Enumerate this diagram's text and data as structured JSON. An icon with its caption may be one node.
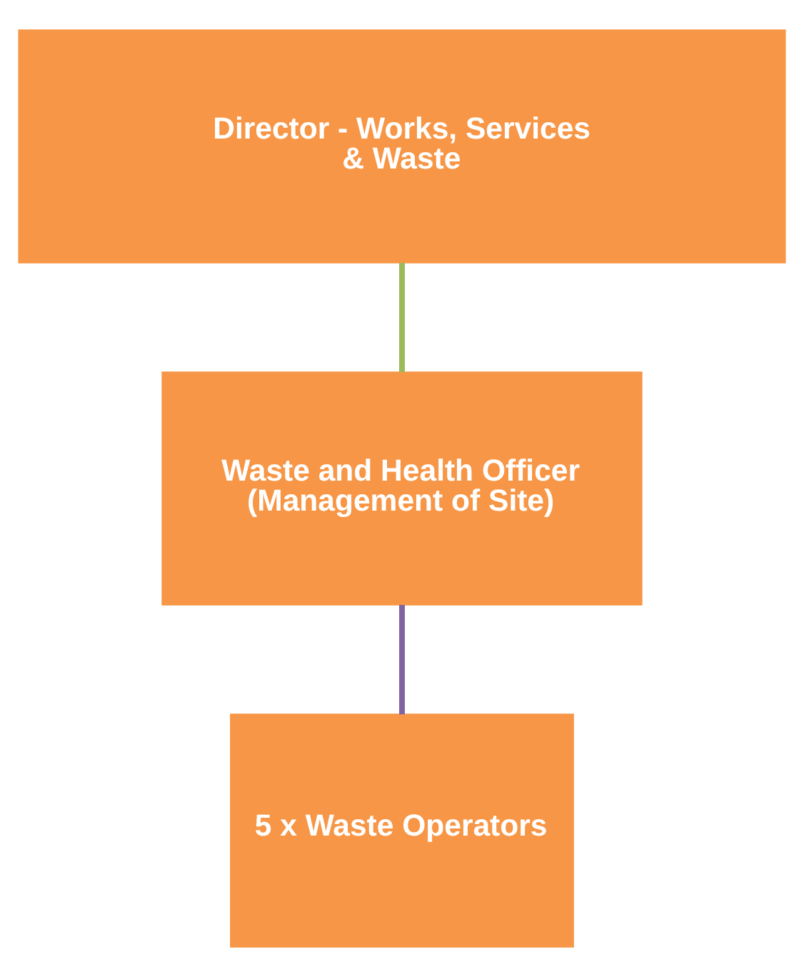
{
  "diagram": {
    "nodes": [
      {
        "text": [
          "Director - Works, Services & Waste"
        ]
      },
      {
        "text": [
          "Waste and Health Officer (Management of Site)"
        ]
      },
      {
        "text": [
          "5 x Waste Operators"
        ]
      }
    ],
    "edges": [
      {
        "from": 0,
        "to": 1,
        "arrow": "none",
        "color": "#9bbb59"
      },
      {
        "from": 1,
        "to": 2,
        "arrow": "none",
        "color": "#8064a2"
      }
    ]
  }
}
